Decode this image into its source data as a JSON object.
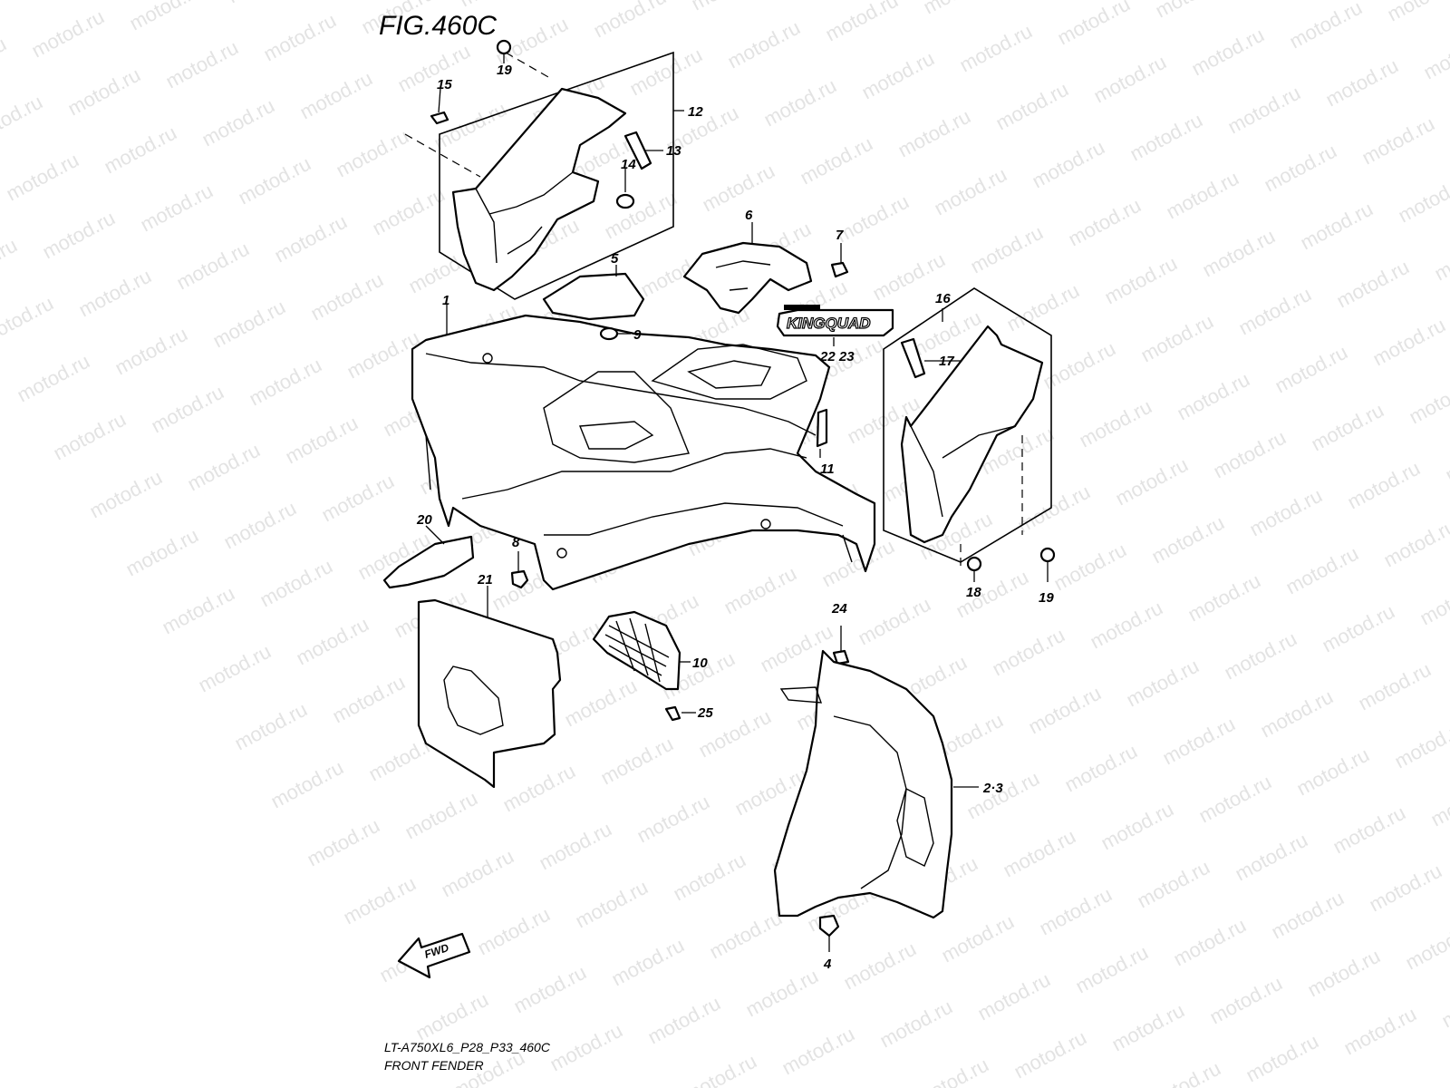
{
  "figure": {
    "title": "FIG.460C",
    "model_code": "LT-A750XL6_P28_P33_460C",
    "section_name": "FRONT FENDER",
    "fwd_label": "FWD",
    "emblem_text": "KINGQUAD",
    "watermark_text": "motod.ru"
  },
  "callouts": {
    "c1": "1",
    "c2_3": "2·3",
    "c4": "4",
    "c5": "5",
    "c6": "6",
    "c7": "7",
    "c8": "8",
    "c9": "9",
    "c10": "10",
    "c11": "11",
    "c12": "12",
    "c13": "13",
    "c14": "14",
    "c15": "15",
    "c16": "16",
    "c17": "17",
    "c18": "18",
    "c19a": "19",
    "c19b": "19",
    "c20": "20",
    "c21": "21",
    "c22_23": "22 23",
    "c24": "24",
    "c25": "25"
  },
  "colors": {
    "line": "#000000",
    "background": "#ffffff",
    "watermark": "#e3e3e3"
  }
}
